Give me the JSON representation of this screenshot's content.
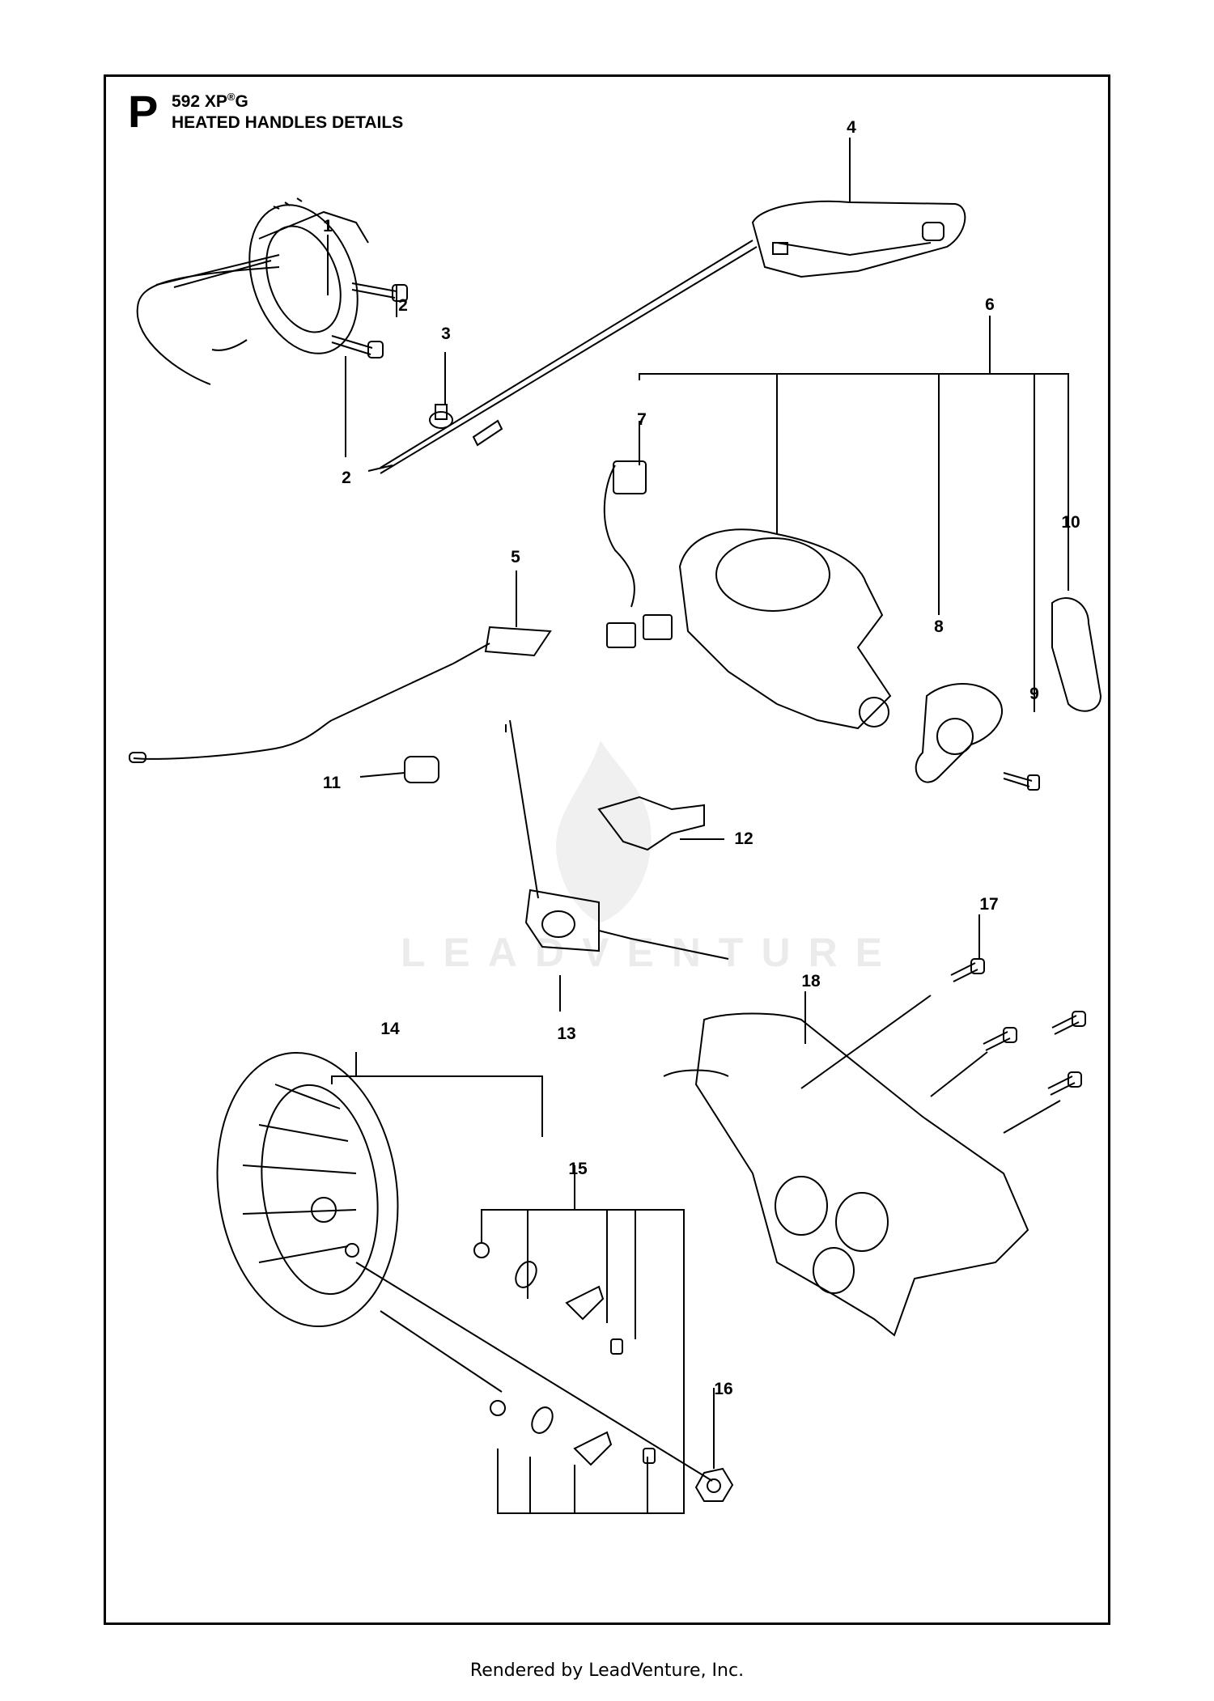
{
  "header": {
    "section_letter": "P",
    "model": "592 XP",
    "model_suffix": "G",
    "title": "HEATED HANDLES DETAILS"
  },
  "callouts": [
    "1",
    "2",
    "2",
    "3",
    "4",
    "5",
    "6",
    "7",
    "8",
    "9",
    "10",
    "11",
    "12",
    "13",
    "14",
    "15",
    "16",
    "17",
    "18"
  ],
  "watermark": "LEADVENTURE",
  "footer": "Rendered by LeadVenture, Inc."
}
